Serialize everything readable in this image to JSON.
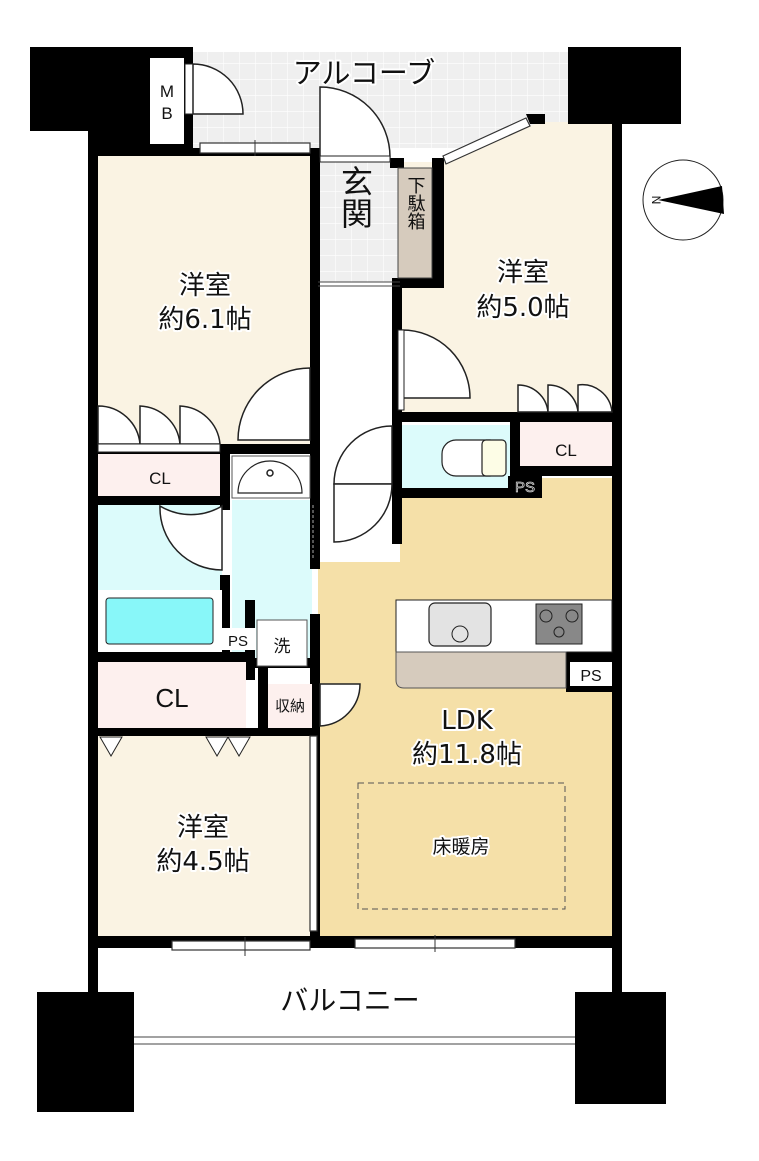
{
  "floor_plan": {
    "colors": {
      "wall": "#000000",
      "western_room": "#faf3e3",
      "ldk": "#f5e0a8",
      "wet_area": "#dcfbfb",
      "closet": "#fdf0ee",
      "entrance_tile": "#eeeeee",
      "shoe_box": "#d6cbbd",
      "kitchen_counter_back": "#d6cbbd",
      "bathtub": "#88f7f9"
    },
    "alcove": {
      "label": "アルコーブ"
    },
    "meter_box": {
      "label_line1": "M",
      "label_line2": "B"
    },
    "entrance": {
      "label": "玄関"
    },
    "shoe_box": {
      "label": "下駄箱"
    },
    "rooms": {
      "bedroom_1": {
        "name": "洋室",
        "size": "約6.1帖"
      },
      "bedroom_2": {
        "name": "洋室",
        "size": "約5.0帖"
      },
      "bedroom_3": {
        "name": "洋室",
        "size": "約4.5帖"
      },
      "ldk": {
        "name": "LDK",
        "size": "約11.8帖",
        "floor_heating": "床暖房"
      }
    },
    "closets": {
      "cl_bedroom_1": "CL",
      "cl_bedroom_2": "CL",
      "cl_bedroom_3": "CL",
      "storage": "収納"
    },
    "pipe_spaces": {
      "ps_bath": "PS",
      "ps_toilet": "PS",
      "ps_kitchen": "PS"
    },
    "laundry": {
      "label": "洗"
    },
    "balcony": {
      "label": "バルコニー"
    },
    "compass": {
      "label": "N"
    }
  }
}
